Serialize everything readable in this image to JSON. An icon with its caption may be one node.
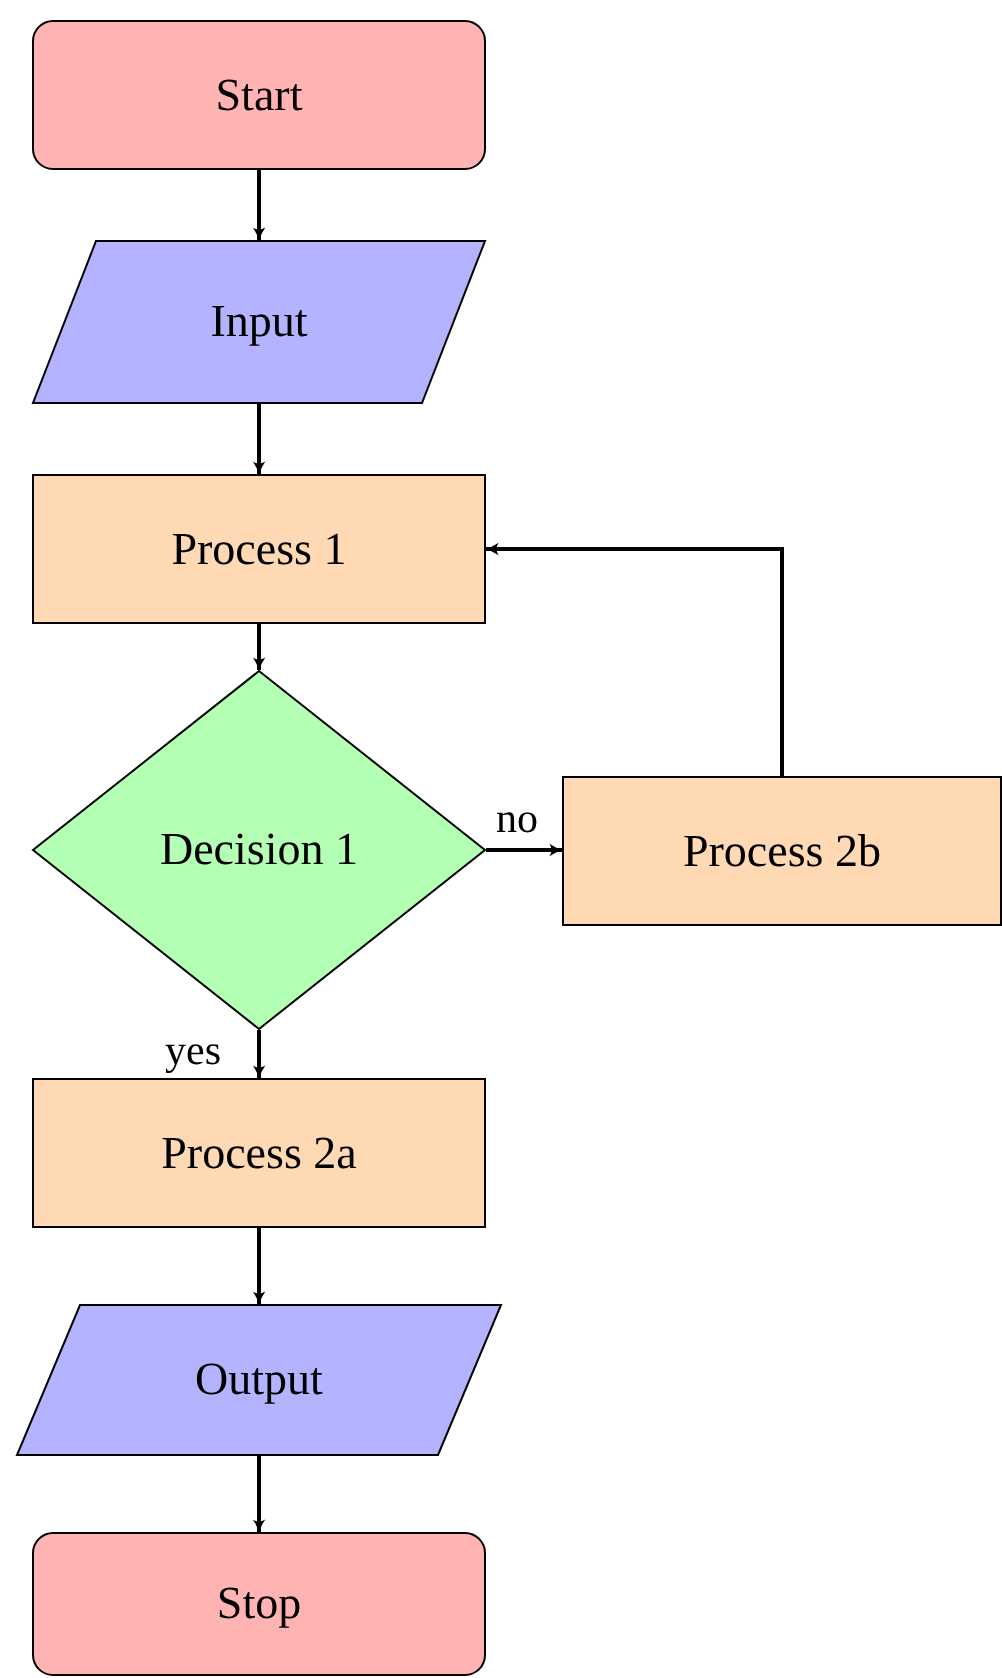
{
  "diagram": {
    "nodes": [
      {
        "text": [
          "Start"
        ]
      },
      {
        "text": [
          "Input"
        ]
      },
      {
        "text": [
          "Process 1"
        ]
      },
      {
        "text": [
          "Decision 1"
        ]
      },
      {
        "text": [
          "Process 2b"
        ]
      },
      {
        "text": [
          "Process 2a"
        ]
      },
      {
        "text": [
          "Output"
        ]
      },
      {
        "text": [
          "Stop"
        ]
      }
    ],
    "edges": [
      {
        "from": 0,
        "to": 1,
        "arrow": "to"
      },
      {
        "from": 1,
        "to": 2,
        "arrow": "to"
      },
      {
        "from": 2,
        "to": 3,
        "arrow": "to"
      },
      {
        "from": 3,
        "to": 4,
        "arrow": "to",
        "label": "no"
      },
      {
        "from": 3,
        "to": 5,
        "arrow": "to",
        "label": "yes"
      },
      {
        "from": 5,
        "to": 6,
        "arrow": "to"
      },
      {
        "from": 6,
        "to": 7,
        "arrow": "to"
      },
      {
        "from": 4,
        "to": 2,
        "arrow": "to"
      }
    ]
  }
}
